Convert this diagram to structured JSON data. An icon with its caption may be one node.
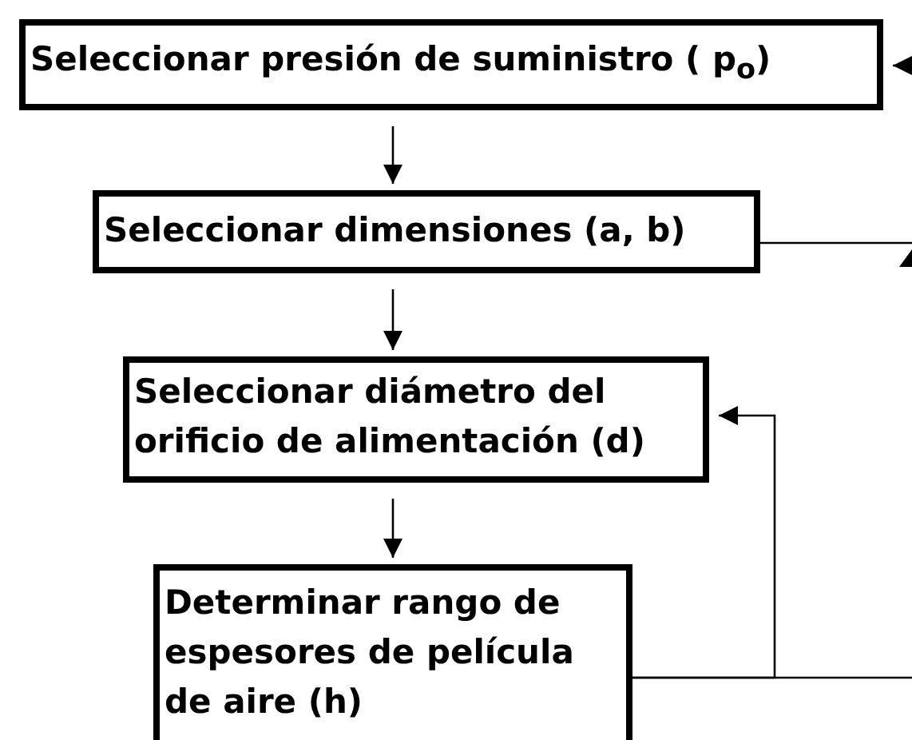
{
  "diagram": {
    "nodes": [
      {
        "text": [
          "Seleccionar presión de suministro ( p$_{o}$)"
        ]
      },
      {
        "text": [
          "Seleccionar dimensiones (a, b)"
        ]
      },
      {
        "text": [
          "Seleccionar diámetro del orificio de alimentación (d)"
        ]
      },
      {
        "text": [
          "Determinar rango de espesores de película de aire (h)"
        ]
      }
    ],
    "edges": [
      {
        "from": 0,
        "to": 1,
        "arrow": "to"
      },
      {
        "from": 1,
        "to": 2,
        "arrow": "to"
      },
      {
        "from": 2,
        "to": 3,
        "arrow": "to"
      },
      {
        "from": 3,
        "to": 2,
        "arrow": "to"
      },
      {
        "from": null,
        "to": 0,
        "arrow": "to"
      },
      {
        "from": 1,
        "to": null,
        "arrow": "none"
      },
      {
        "from": 3,
        "to": null,
        "arrow": "none"
      }
    ]
  }
}
